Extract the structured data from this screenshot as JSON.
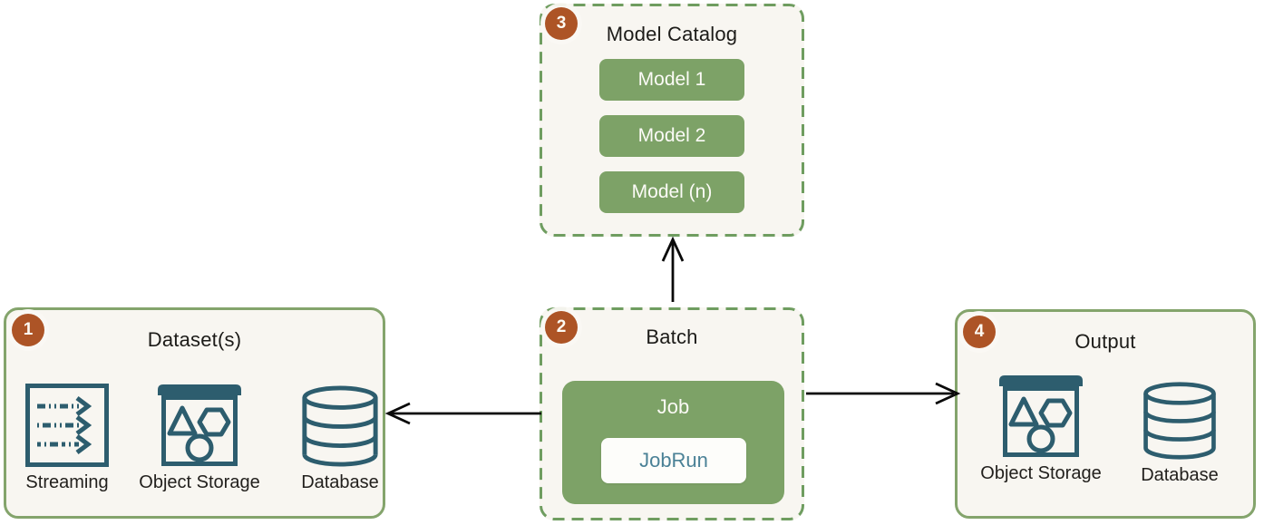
{
  "diagram": {
    "model_catalog": {
      "badge": "3",
      "title": "Model Catalog",
      "models": [
        "Model 1",
        "Model 2",
        "Model (n)"
      ]
    },
    "dataset": {
      "badge": "1",
      "title": "Dataset(s)",
      "items": [
        {
          "icon": "streaming-icon",
          "label": "Streaming"
        },
        {
          "icon": "object-storage-icon",
          "label": "Object Storage"
        },
        {
          "icon": "database-icon",
          "label": "Database"
        }
      ]
    },
    "batch": {
      "badge": "2",
      "title": "Batch",
      "job_label": "Job",
      "jobrun_label": "JobRun"
    },
    "output": {
      "badge": "4",
      "title": "Output",
      "items": [
        {
          "icon": "object-storage-icon",
          "label": "Object Storage"
        },
        {
          "icon": "database-icon",
          "label": "Database"
        }
      ]
    },
    "colors": {
      "panel_bg": "#f8f6f1",
      "solid_border_green": "#84a46c",
      "dashed_border_green": "#6f9d60",
      "accent_green": "#7da267",
      "badge_orange": "#ad5426",
      "icon_teal": "#2d5d6e",
      "jobrun_text_teal": "#4a8196",
      "arrow_black": "#0a0a0a"
    }
  }
}
